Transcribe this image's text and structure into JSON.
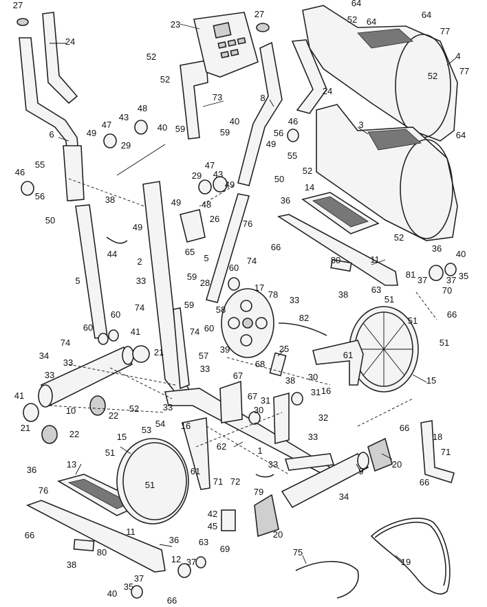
{
  "diagram": {
    "callout_numbers": [
      "1",
      "2",
      "3",
      "4",
      "5",
      "6",
      "8",
      "9",
      "10",
      "11",
      "12",
      "13",
      "14",
      "15",
      "16",
      "17",
      "18",
      "19",
      "20",
      "21",
      "22",
      "23",
      "24",
      "25",
      "26",
      "27",
      "28",
      "29",
      "30",
      "31",
      "32",
      "33",
      "34",
      "35",
      "36",
      "37",
      "38",
      "39",
      "40",
      "41",
      "42",
      "43",
      "44",
      "45",
      "46",
      "47",
      "48",
      "49",
      "50",
      "51",
      "52",
      "53",
      "54",
      "55",
      "56",
      "57",
      "58",
      "59",
      "60",
      "61",
      "62",
      "63",
      "64",
      "65",
      "66",
      "67",
      "68",
      "69",
      "70",
      "71",
      "72",
      "73",
      "74",
      "75",
      "76",
      "77",
      "78",
      "79",
      "80",
      "81",
      "82"
    ]
  }
}
